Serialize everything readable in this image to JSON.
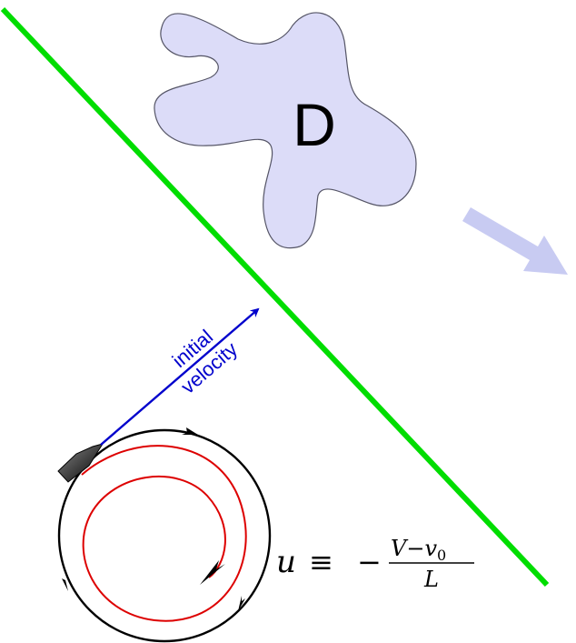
{
  "region": {
    "label": "D",
    "fill": "#dcdcf8",
    "stroke": "#555566"
  },
  "boundary_line": {
    "color": "#00dd00"
  },
  "motion_arrow": {
    "color": "#c8cbf2"
  },
  "velocity_arrow": {
    "color": "#0000cc",
    "label_line1": "initial",
    "label_line2": "velocity"
  },
  "orbit": {
    "outer_color": "#000000",
    "inner_color": "#dd0000"
  },
  "formula": {
    "lhs": "u",
    "op": "≡",
    "sign": "−",
    "numerator": "V−v",
    "numerator_sub": "0",
    "denominator": "L"
  },
  "vessel": {
    "color": "#111111"
  }
}
